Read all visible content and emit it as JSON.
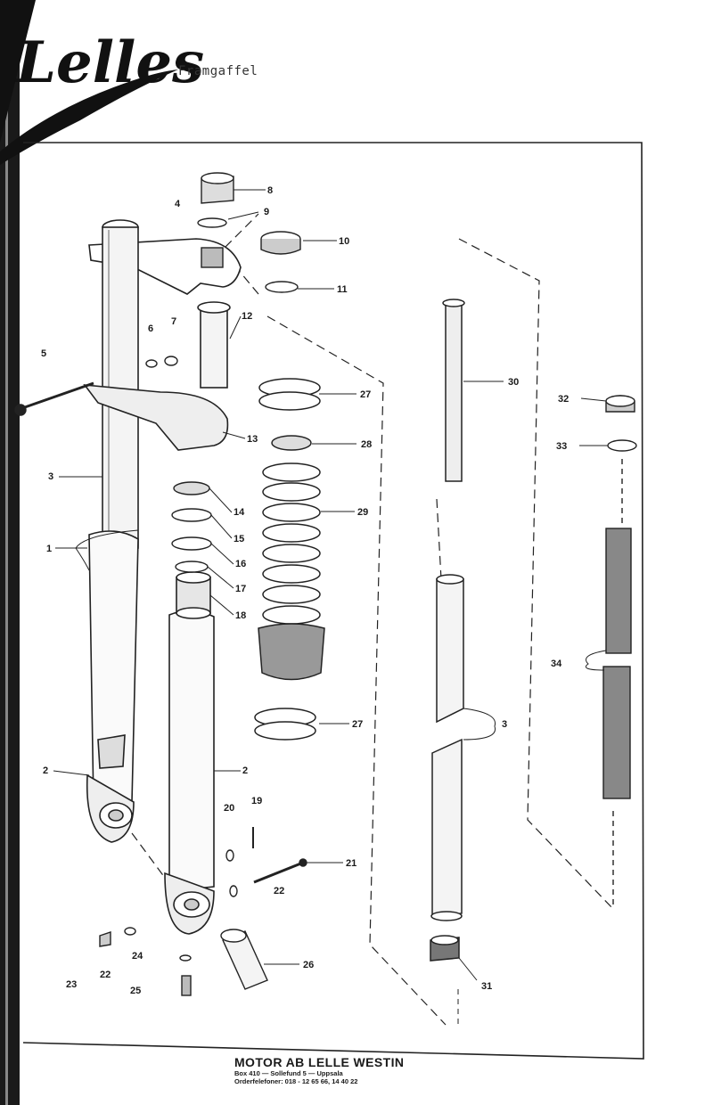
{
  "logo": {
    "text": "Lelles"
  },
  "header": {
    "subtitle": "Framgaffel"
  },
  "parts": [
    {
      "id": "p1",
      "num": "1"
    },
    {
      "id": "p2a",
      "num": "2"
    },
    {
      "id": "p2b",
      "num": "2"
    },
    {
      "id": "p3a",
      "num": "3"
    },
    {
      "id": "p3b",
      "num": "3"
    },
    {
      "id": "p4",
      "num": "4"
    },
    {
      "id": "p5",
      "num": "5"
    },
    {
      "id": "p6",
      "num": "6"
    },
    {
      "id": "p7",
      "num": "7"
    },
    {
      "id": "p8",
      "num": "8"
    },
    {
      "id": "p9",
      "num": "9"
    },
    {
      "id": "p10",
      "num": "10"
    },
    {
      "id": "p11",
      "num": "11"
    },
    {
      "id": "p12",
      "num": "12"
    },
    {
      "id": "p13",
      "num": "13"
    },
    {
      "id": "p14",
      "num": "14"
    },
    {
      "id": "p15",
      "num": "15"
    },
    {
      "id": "p16",
      "num": "16"
    },
    {
      "id": "p17",
      "num": "17"
    },
    {
      "id": "p18",
      "num": "18"
    },
    {
      "id": "p19",
      "num": "19"
    },
    {
      "id": "p20",
      "num": "20"
    },
    {
      "id": "p21",
      "num": "21"
    },
    {
      "id": "p22a",
      "num": "22"
    },
    {
      "id": "p22b",
      "num": "22"
    },
    {
      "id": "p23",
      "num": "23"
    },
    {
      "id": "p24",
      "num": "24"
    },
    {
      "id": "p25",
      "num": "25"
    },
    {
      "id": "p26",
      "num": "26"
    },
    {
      "id": "p27a",
      "num": "27"
    },
    {
      "id": "p27b",
      "num": "27"
    },
    {
      "id": "p28",
      "num": "28"
    },
    {
      "id": "p29",
      "num": "29"
    },
    {
      "id": "p30",
      "num": "30"
    },
    {
      "id": "p31",
      "num": "31"
    },
    {
      "id": "p32",
      "num": "32"
    },
    {
      "id": "p33",
      "num": "33"
    },
    {
      "id": "p34",
      "num": "34"
    }
  ],
  "footer": {
    "company": "MOTOR AB LELLE WESTIN",
    "address": "Box 410 — Sollefund 5 — Uppsala",
    "phones": "Orderfelefoner: 018 - 12 65 66, 14 40 22"
  }
}
